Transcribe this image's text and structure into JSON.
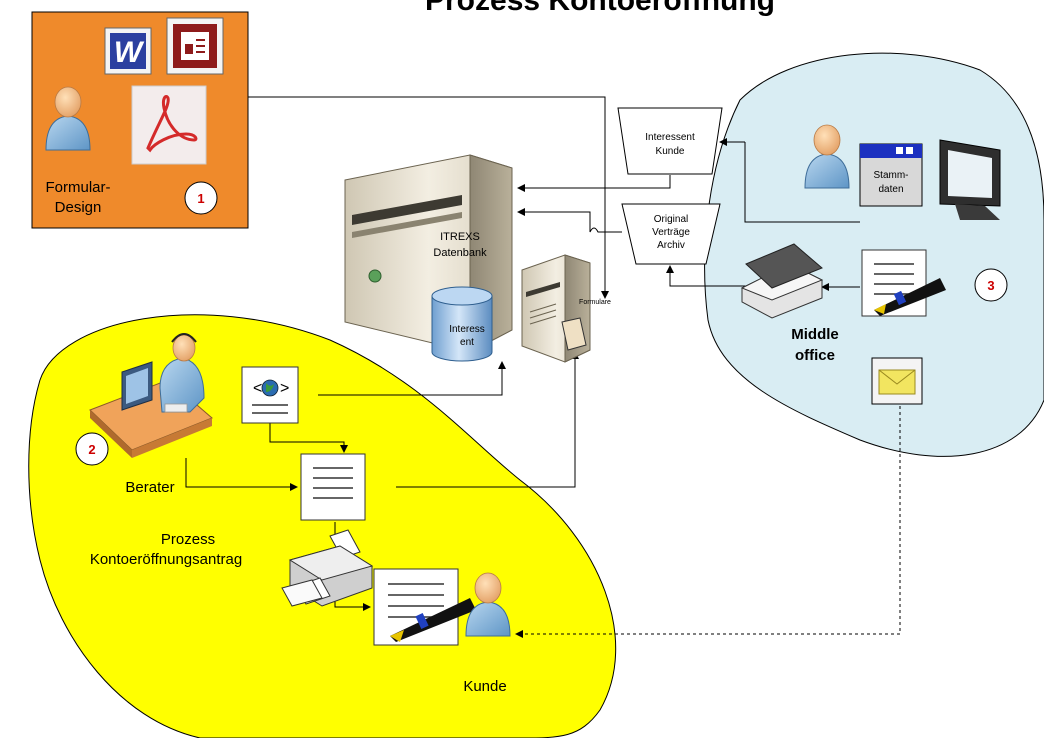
{
  "title": "Prozess Kontoeröffnung",
  "formular_design": {
    "label_line1": "Formular-",
    "label_line2": "Design",
    "step": "1"
  },
  "consultant": {
    "label": "Berater",
    "step": "2"
  },
  "middle_office": {
    "label_line1": "Middle",
    "label_line2": "office",
    "step": "3",
    "screen_line1": "Stamm-",
    "screen_line2": "daten"
  },
  "process_label": {
    "line1": "Prozess",
    "line2": "Kontoeröffnungsantrag"
  },
  "customer": {
    "label": "Kunde"
  },
  "database": {
    "server_line1": "ITREXS",
    "server_line2": "Datenbank",
    "cylinder_line1": "Interess",
    "cylinder_line2": "ent",
    "small_server_label": "Formulare"
  },
  "trapezoids": {
    "top_line1": "Interessent",
    "top_line2": "Kunde",
    "bottom_line1": "Original",
    "bottom_line2": "Verträge",
    "bottom_line3": "Archiv"
  },
  "icons": {
    "word": "W",
    "colors": {
      "formular_bg": "#ef8a2b",
      "yellow_zone": "#ffff00",
      "blue_zone": "#d9edf3",
      "step_number": "#cc0000"
    }
  }
}
